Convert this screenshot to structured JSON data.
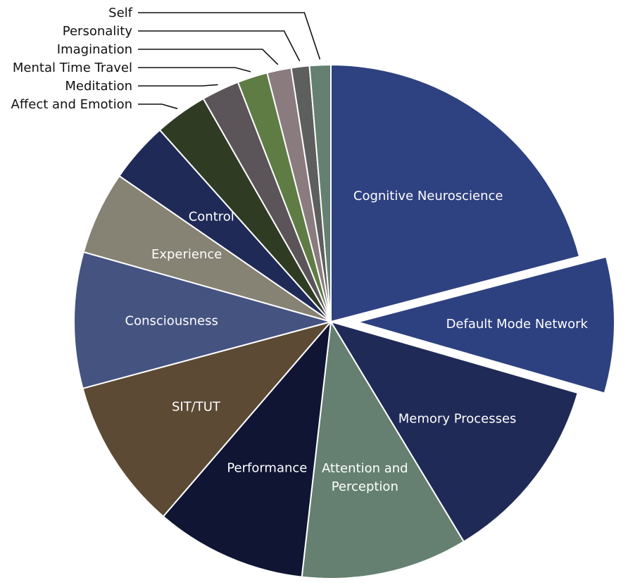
{
  "chart_data": {
    "type": "pie",
    "title": "",
    "slices": [
      {
        "label": "Cognitive Neuroscience",
        "value": 22.0,
        "color": "#2e4180",
        "label_position": "inside",
        "label_lines": [
          "Cognitive Neuroscience"
        ]
      },
      {
        "label": "Default Mode Network",
        "value": 9.0,
        "color": "#2d4180",
        "label_position": "inside",
        "exploded": true,
        "label_lines": [
          "Default Mode Network"
        ]
      },
      {
        "label": "Memory Processes",
        "value": 12.5,
        "color": "#1f2a56",
        "label_position": "inside",
        "label_lines": [
          "Memory Processes"
        ]
      },
      {
        "label": "Attention and Perception",
        "value": 11.0,
        "color": "#658070",
        "label_position": "inside",
        "label_lines": [
          "Attention and",
          "Perception"
        ]
      },
      {
        "label": "Performance",
        "value": 10.0,
        "color": "#0f1533",
        "label_position": "inside",
        "label_lines": [
          "Performance"
        ]
      },
      {
        "label": "SIT/TUT",
        "value": 10.0,
        "color": "#5c4a35",
        "label_position": "inside",
        "label_lines": [
          "SIT/TUT"
        ]
      },
      {
        "label": "Consciousness",
        "value": 9.0,
        "color": "#455381",
        "label_position": "inside",
        "label_lines": [
          "Consciousness"
        ]
      },
      {
        "label": "Experience",
        "value": 5.5,
        "color": "#868274",
        "label_position": "inside",
        "label_lines": [
          "Experience"
        ]
      },
      {
        "label": "Control",
        "value": 4.0,
        "color": "#1f2a57",
        "label_position": "inside",
        "label_lines": [
          "Control"
        ]
      },
      {
        "label": "Affect and Emotion",
        "value": 3.5,
        "color": "#2f3b23",
        "label_position": "outside",
        "label_lines": [
          "Affect and Emotion"
        ]
      },
      {
        "label": "Meditation",
        "value": 2.5,
        "color": "#5b5458",
        "label_position": "outside",
        "label_lines": [
          "Meditation"
        ]
      },
      {
        "label": "Mental Time Travel",
        "value": 2.0,
        "color": "#5e7c44",
        "label_position": "outside",
        "label_lines": [
          "Mental Time Travel"
        ]
      },
      {
        "label": "Imagination",
        "value": 1.6,
        "color": "#8a7b7f",
        "label_position": "outside",
        "label_lines": [
          "Imagination"
        ]
      },
      {
        "label": "Personality",
        "value": 1.2,
        "color": "#5d5e5e",
        "label_position": "outside",
        "label_lines": [
          "Personality"
        ]
      },
      {
        "label": "Self",
        "value": 1.4,
        "color": "#658070",
        "label_position": "outside",
        "label_lines": [
          "Self"
        ]
      }
    ],
    "start_angle": "12 o'clock",
    "direction": "clockwise",
    "legend": "none"
  }
}
